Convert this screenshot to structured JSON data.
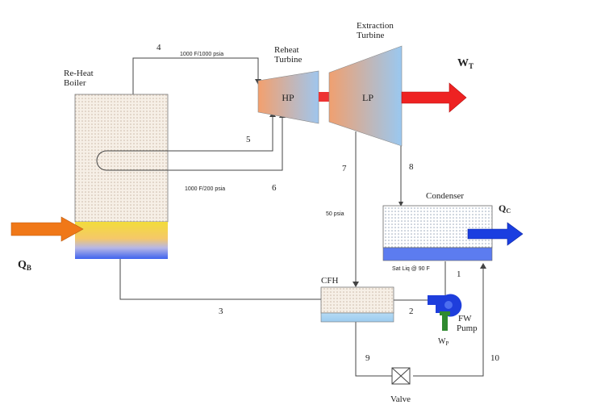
{
  "boiler": {
    "label_line1": "Re-Heat",
    "label_line2": "Boiler"
  },
  "reheat_turbine": {
    "label_line1": "Reheat",
    "label_line2": "Turbine",
    "stage": "HP"
  },
  "extraction_turbine": {
    "label_line1": "Extraction",
    "label_line2": "Turbine",
    "stage": "LP"
  },
  "condenser": {
    "label": "Condenser"
  },
  "cfh": {
    "label": "CFH"
  },
  "pump": {
    "label_line1": "FW",
    "label_line2": "Pump",
    "work_label": "W",
    "work_sub": "P"
  },
  "valve": {
    "label": "Valve"
  },
  "heat_in": {
    "label": "Q",
    "sub": "B"
  },
  "heat_out": {
    "label": "Q",
    "sub": "C"
  },
  "turbine_work": {
    "label": "W",
    "sub": "T"
  },
  "conditions": {
    "state4": "1000 F/1000 psia",
    "state6": "1000 F/200 psia",
    "extraction_pressure": "50 psia",
    "state1": "Sat Liq @ 90 F"
  },
  "state_numbers": {
    "s1": "1",
    "s2": "2",
    "s3": "3",
    "s4": "4",
    "s5": "5",
    "s6": "6",
    "s7": "7",
    "s8": "8",
    "s9": "9",
    "s10": "10"
  },
  "colors": {
    "arrow_red": "#ee2222",
    "arrow_orange": "#f07818",
    "arrow_blue": "#1a3ee0",
    "water_blue": "#5c7cf0",
    "pump_blue": "#1e3edc",
    "pump_green": "#2f8a2f",
    "lines": "#444444"
  }
}
